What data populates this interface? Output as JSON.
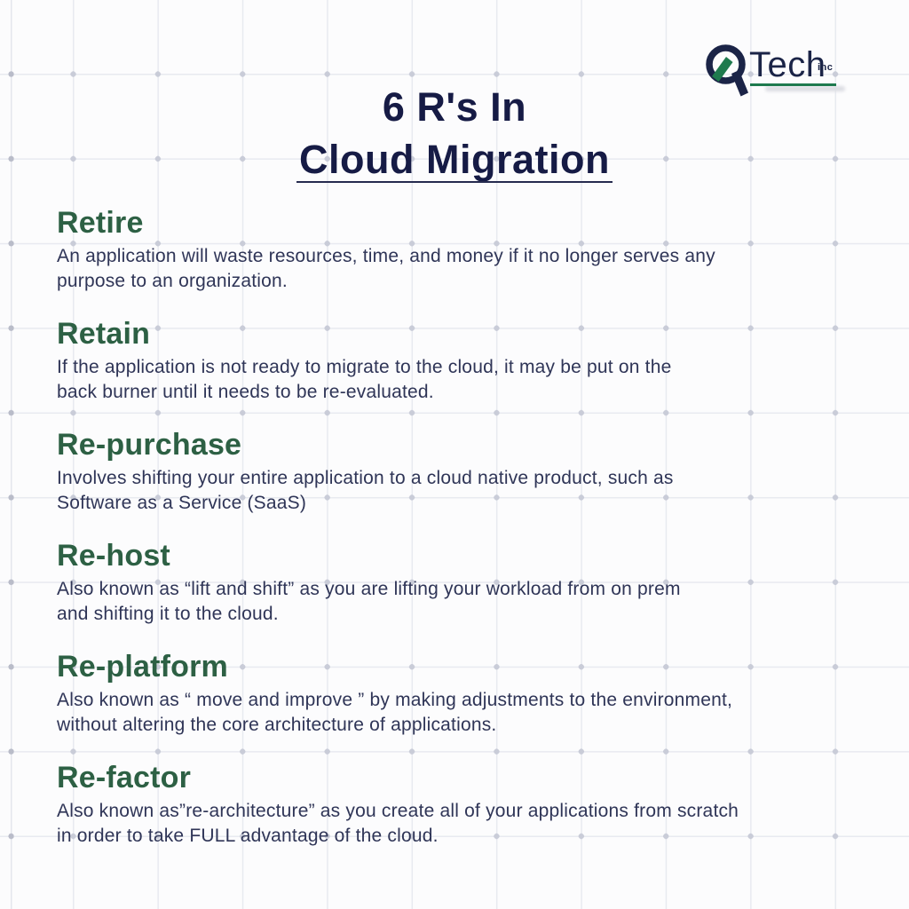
{
  "header": {
    "title_line1": "6 R's In",
    "title_line2": "Cloud Migration"
  },
  "logo": {
    "icon": "qtech-q-leaf-icon",
    "brand": "Tech",
    "suffix": "inc"
  },
  "colors": {
    "title_navy": "#161b45",
    "heading_green": "#2d6044",
    "body_text": "#2f3557",
    "divider_navy": "#262b4f",
    "logo_navy": "#1b2447",
    "logo_green": "#1e7a4e",
    "grid_line": "#e8eaf0",
    "grid_dot": "#c9ccd8",
    "background": "#fcfcfd"
  },
  "sections": [
    {
      "heading": "Retire",
      "lines": [
        "An application will waste resources, time, and money if it no longer serves any",
        "purpose to an organization."
      ]
    },
    {
      "heading": "Retain",
      "lines": [
        "If the application is not ready to migrate to the cloud, it may be put on the",
        "back burner until it needs to be re-evaluated."
      ]
    },
    {
      "heading": "Re-purchase",
      "lines": [
        "Involves shifting your entire application to a cloud native product, such as",
        "Software as a Service (SaaS)"
      ]
    },
    {
      "heading": "Re-host",
      "lines": [
        "Also known as “lift and shift” as you are lifting your workload from on prem",
        "and shifting it to the cloud."
      ]
    },
    {
      "heading": "Re-platform",
      "lines": [
        "Also known as “ move and improve ” by making adjustments to the environment,",
        "without altering the core architecture of applications."
      ]
    },
    {
      "heading": "Re-factor",
      "lines": [
        "Also known as”re-architecture” as you create all of your applications from scratch",
        "in order to take FULL advantage of the cloud."
      ]
    }
  ]
}
